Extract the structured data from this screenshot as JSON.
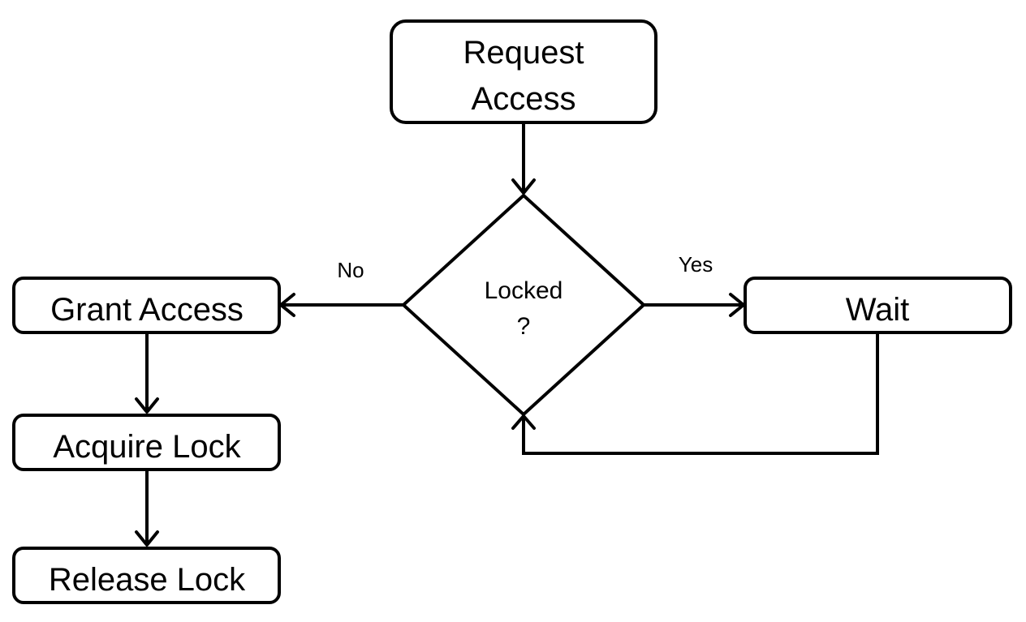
{
  "nodes": {
    "request_access": {
      "line1": "Request",
      "line2": "Access"
    },
    "locked_decision": {
      "line1": "Locked",
      "line2": "?"
    },
    "grant_access": {
      "label": "Grant Access"
    },
    "wait": {
      "label": "Wait"
    },
    "acquire_lock": {
      "label": "Acquire Lock"
    },
    "release_lock": {
      "label": "Release Lock"
    }
  },
  "edges": {
    "no_label": "No",
    "yes_label": "Yes"
  }
}
